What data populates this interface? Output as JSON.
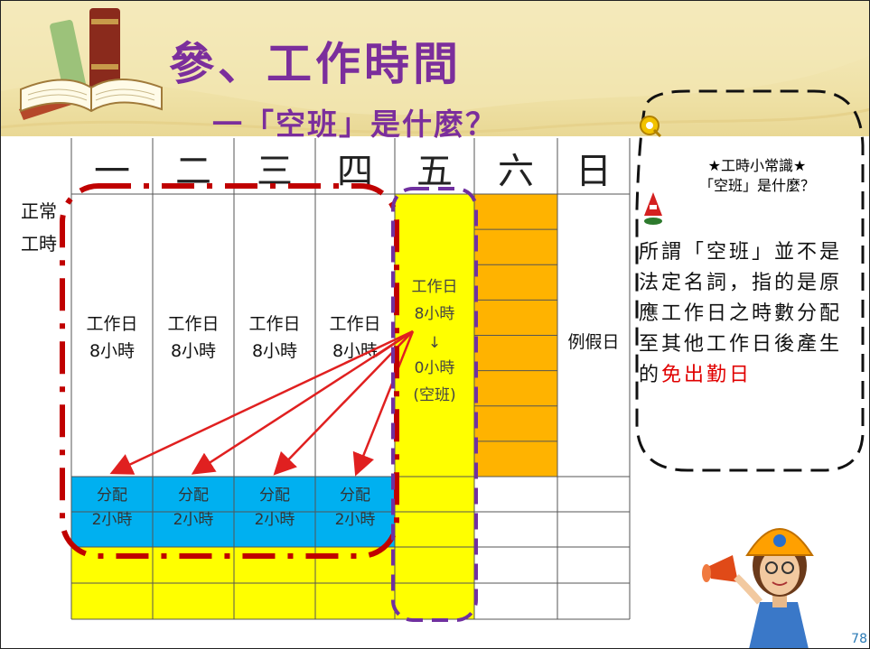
{
  "title": "參、工作時間",
  "subtitle": "一「空班」是什麼？",
  "table": {
    "days": [
      "一",
      "二",
      "三",
      "四",
      "五",
      "六",
      "日"
    ],
    "row_label": "正常工時",
    "workday_label": "工作日",
    "workday_hours": "8小時",
    "friday_lines": [
      "工作日",
      "8小時",
      "↓",
      "0小時",
      "(空班)"
    ],
    "sunday_label": "例假日",
    "allocation_label": "分配",
    "allocation_hours": "2小時"
  },
  "side": {
    "heading": "★工時小常識★",
    "question": "「空班」是什麼？",
    "body_prefix": "所謂「空班」並不是法定名詞，指的是原應工作日之時數分配至其他工作日後產生的",
    "body_highlight": "免出勤日"
  },
  "page_number": "78",
  "colors": {
    "title": "#7b2e9c",
    "yellow": "#ffff00",
    "orange": "#ffb300",
    "blue": "#00b0f0",
    "red_dash": "#c00000",
    "purple_dash": "#7030a0",
    "arrow": "#e02020",
    "highlight": "#e00000"
  }
}
